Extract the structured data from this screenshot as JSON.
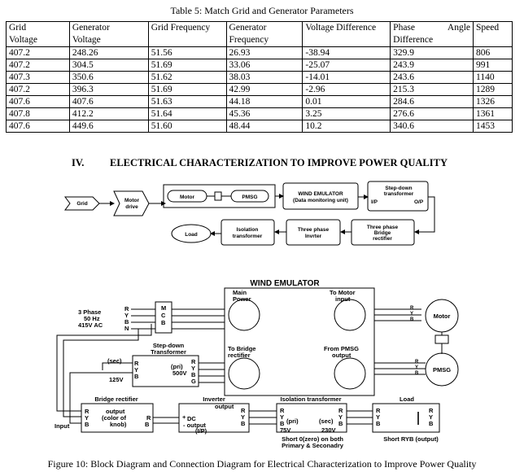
{
  "table": {
    "caption": "Table 5: Match Grid and Generator Parameters",
    "headers": [
      [
        "Grid",
        "Voltage"
      ],
      [
        "Generator",
        "Voltage"
      ],
      [
        "Grid Frequency",
        ""
      ],
      [
        "Generator",
        "Frequency"
      ],
      [
        "Voltage Difference",
        ""
      ],
      [
        "Phase Angle",
        "Difference"
      ],
      [
        "Speed",
        ""
      ]
    ],
    "rows": [
      [
        "407.2",
        "248.26",
        "51.56",
        "26.93",
        "-38.94",
        "329.9",
        "806"
      ],
      [
        "407.2",
        "304.5",
        "51.69",
        "33.06",
        "-25.07",
        "243.9",
        "991"
      ],
      [
        "407.3",
        "350.6",
        "51.62",
        "38.03",
        "-14.01",
        "243.6",
        "1140"
      ],
      [
        "407.2",
        "396.3",
        "51.69",
        "42.99",
        "-2.96",
        "215.3",
        "1289"
      ],
      [
        "407.6",
        "407.6",
        "51.63",
        "44.18",
        "0.01",
        "284.6",
        "1326"
      ],
      [
        "407.8",
        "412.2",
        "51.64",
        "45.36",
        "3.25",
        "276.6",
        "1361"
      ],
      [
        "407.6",
        "449.6",
        "51.60",
        "48.44",
        "10.2",
        "340.6",
        "1453"
      ]
    ]
  },
  "section": {
    "number": "IV.",
    "title": "ELECTRICAL CHARACTERIZATION TO IMPROVE POWER QUALITY"
  },
  "block_diagram": {
    "grid": "Grid",
    "motor_drive": [
      "Motor",
      "drive"
    ],
    "motor": "Motor",
    "pmsg": "PMSG",
    "wind_emulator": [
      "WIND EMULATOR",
      "(Data monitoring unit)"
    ],
    "stepdown": [
      "Step-down",
      "transformer"
    ],
    "ip": "I/P",
    "op": "O/P",
    "rectifier": [
      "Three phase",
      "Bridge",
      "rectifier"
    ],
    "inverter": [
      "Three phase",
      "Invrter"
    ],
    "isolation": [
      "Isolation",
      "transformer"
    ],
    "load": "Load"
  },
  "connection_diagram": {
    "title": "WIND EMULATOR",
    "main_power": [
      "Main",
      "Power"
    ],
    "to_motor_input": [
      "To Motor",
      "input"
    ],
    "to_bridge_rectifier": [
      "To Bridge",
      "rectifier"
    ],
    "from_pmsg_output": [
      "From PMSG",
      "output"
    ],
    "supply": [
      "3 Phase",
      "50 Hz",
      "415V AC"
    ],
    "ryb_n": [
      "R",
      "Y",
      "B",
      "N"
    ],
    "ryb": [
      "R",
      "Y",
      "B"
    ],
    "ybg": [
      "R",
      "Y",
      "B",
      "G"
    ],
    "mcb": [
      "M",
      "C",
      "B"
    ],
    "motor": "Motor",
    "pmsg": "PMSG",
    "stepdown_title": [
      "Step-down",
      "Transformer"
    ],
    "sec": "(sec)",
    "pri": "(pri)",
    "v500": "500V",
    "v125": "125V",
    "bridge_rectifier_title": "Bridge rectifier",
    "br_output": [
      "output",
      "(color of",
      "knob)"
    ],
    "input": "Input",
    "inverter_title": "Inverter",
    "inv_output": "output",
    "inv_dc": "DC",
    "inv_minus": "- output",
    "inv_ip": "(I/P)",
    "isolation_title": "Isolation transformer",
    "iso_pri": "(pri)",
    "iso_sec": "(sec)",
    "v75": "75V",
    "v230": "230V",
    "load_title": "Load",
    "note_short": [
      "Short 0(zero) on both",
      "Primary & Seconadry"
    ],
    "note_ryb": "Short RYB (output)"
  },
  "figure_caption": "Figure 10: Block Diagram and Connection Diagram for Electrical Characterization to Improve Power Quality"
}
